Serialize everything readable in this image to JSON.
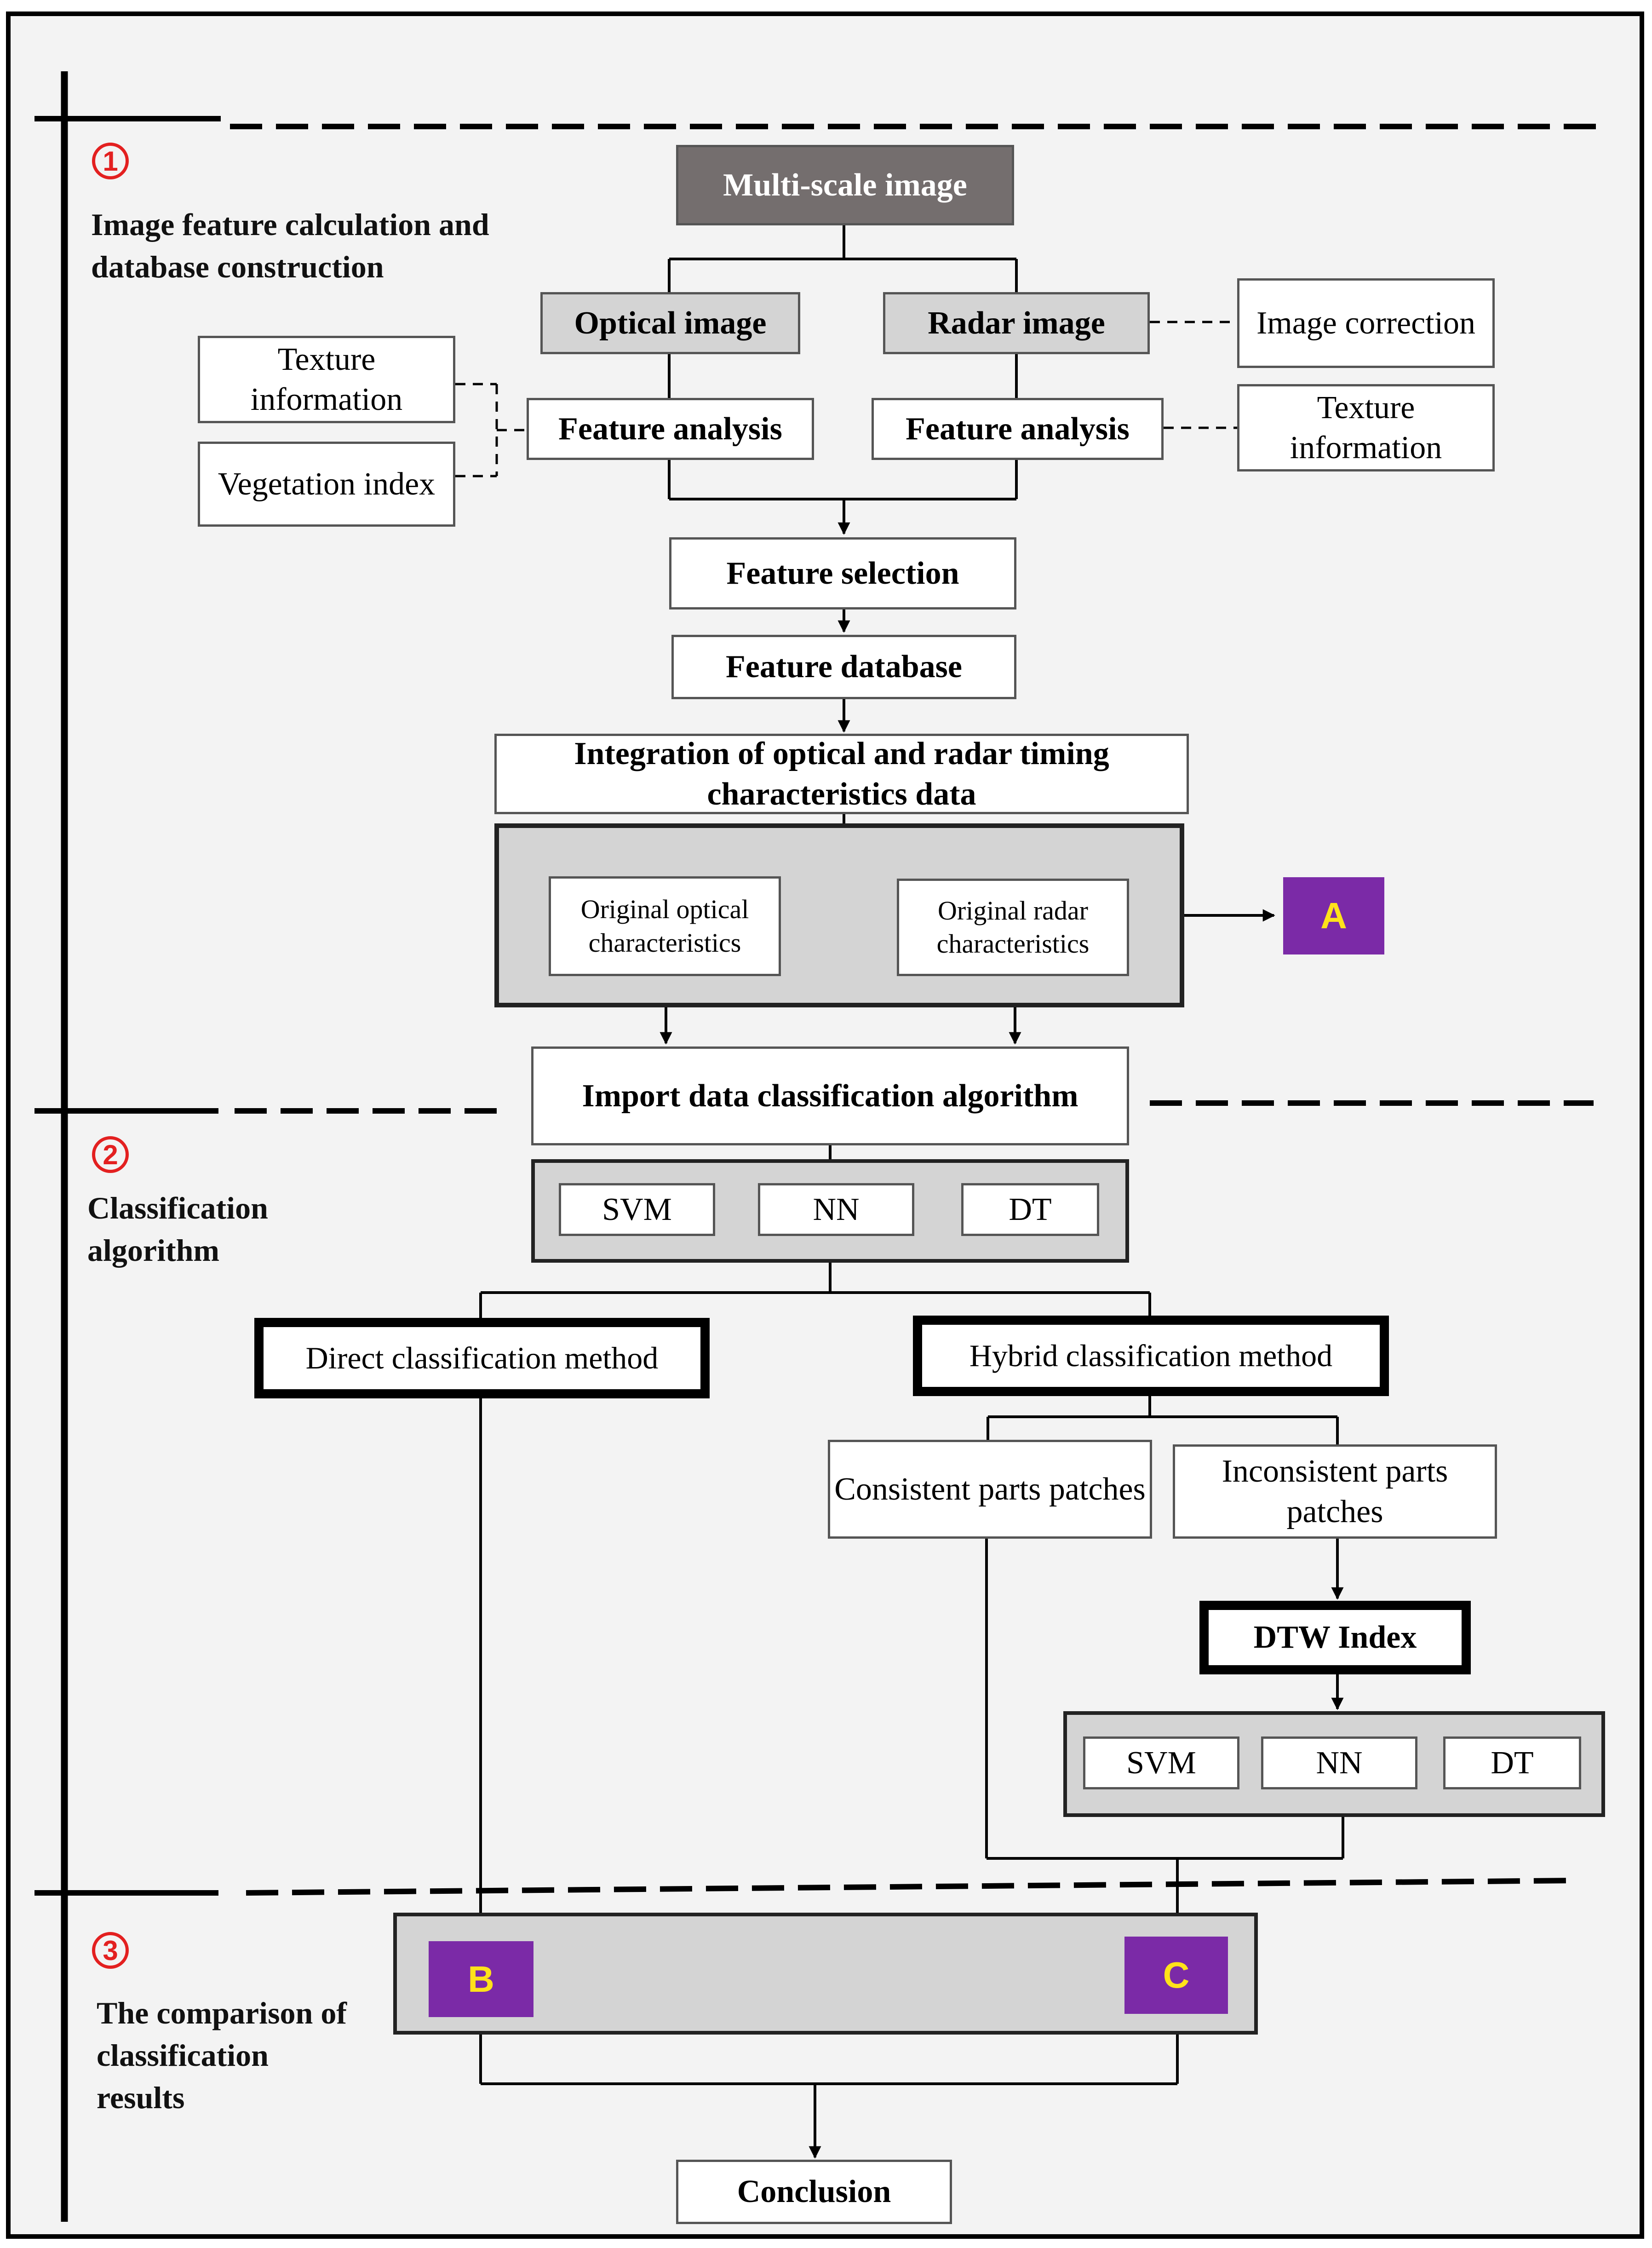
{
  "sections": [
    {
      "number": "1",
      "title": "Image feature calculation and database construction"
    },
    {
      "number": "2",
      "title": "Classification algorithm"
    },
    {
      "number": "3",
      "title": "The comparison of classification results"
    }
  ],
  "nodes": {
    "multi_scale_image": "Multi-scale image",
    "optical_image": "Optical image",
    "radar_image": "Radar image",
    "image_correction": "Image correction",
    "texture_info_left": "Texture information",
    "vegetation_index": "Vegetation index",
    "feature_analysis_left": "Feature analysis",
    "feature_analysis_right": "Feature analysis",
    "texture_info_right": "Texture information",
    "feature_selection": "Feature selection",
    "feature_database": "Feature database",
    "integration": "Integration of optical and radar timing characteristics data",
    "original_optical": "Original optical characteristics",
    "original_radar": "Original radar characteristics",
    "marker_a": "A",
    "import_algorithm": "Import  data classification algorithm",
    "svm_1": "SVM",
    "nn_1": "NN",
    "dt_1": "DT",
    "direct_method": "Direct classification  method",
    "hybrid_method": "Hybrid classification  method",
    "consistent_patches": "Consistent parts patches",
    "inconsistent_patches": "Inconsistent parts patches",
    "dtw_index": "DTW Index",
    "svm_2": "SVM",
    "nn_2": "NN",
    "dt_2": "DT",
    "marker_b": "B",
    "marker_c": "C",
    "conclusion": "Conclusion"
  }
}
